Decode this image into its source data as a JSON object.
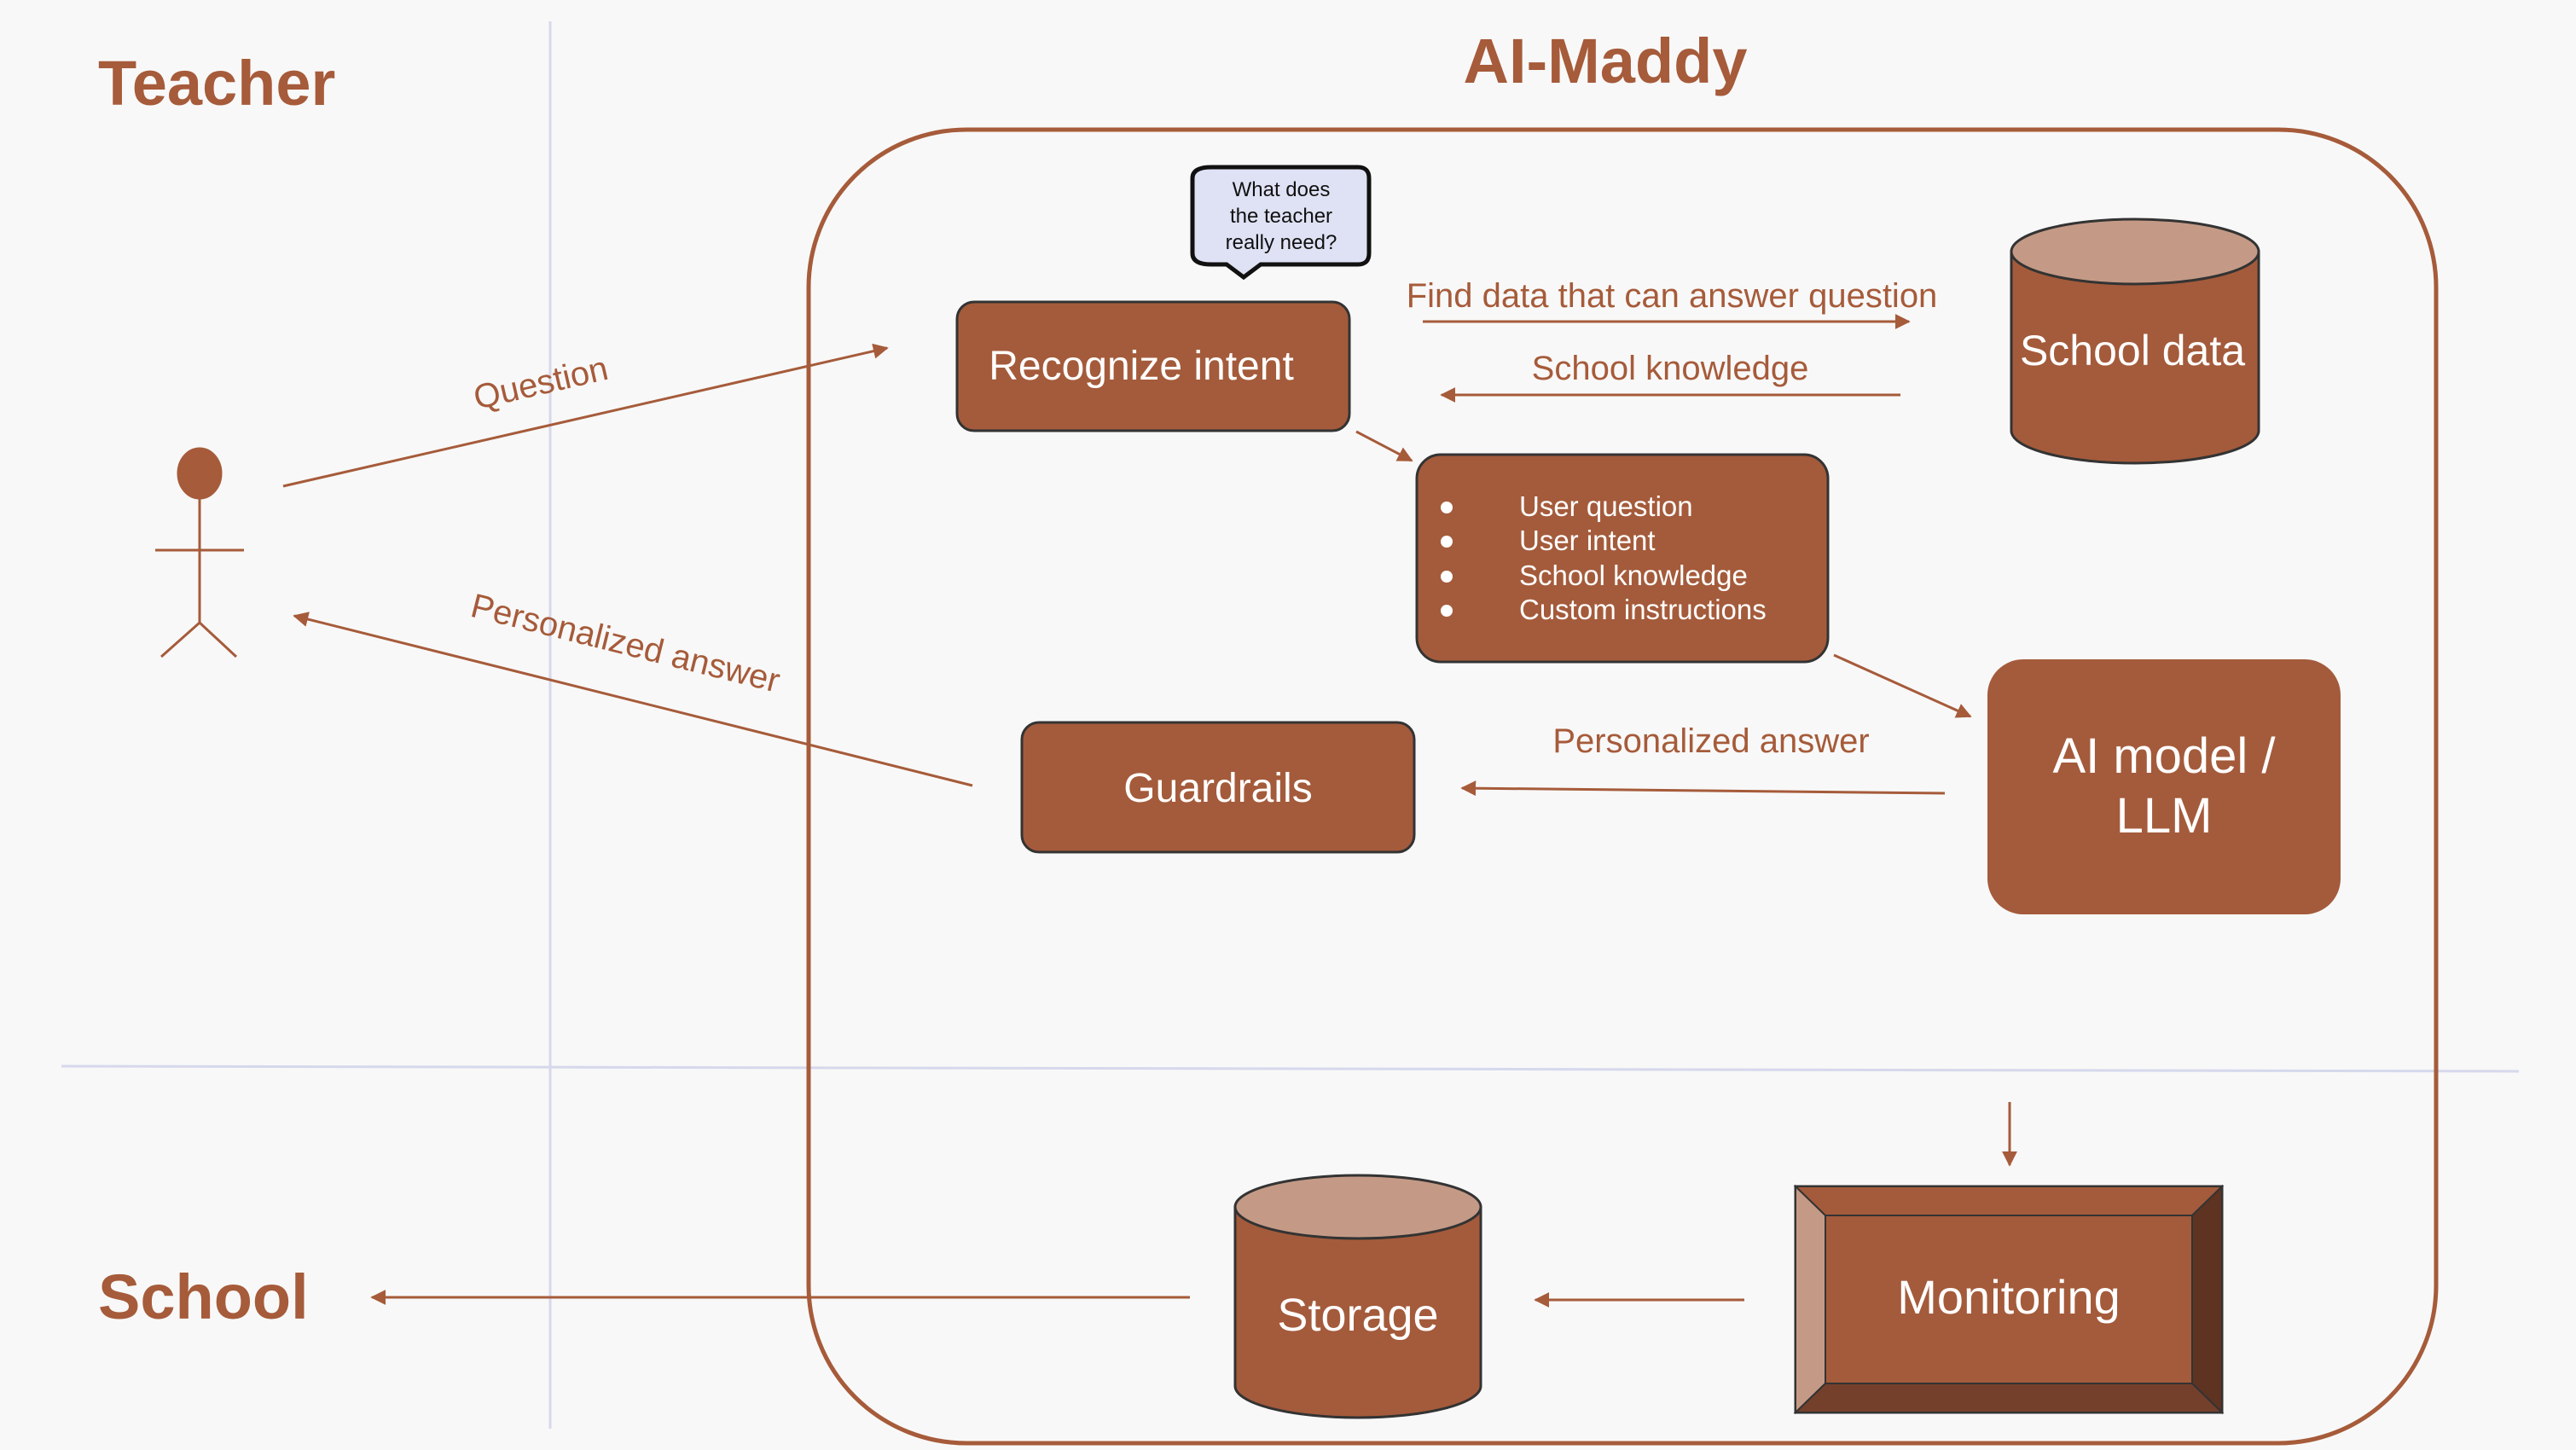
{
  "lanes": {
    "teacher": "Teacher",
    "school": "School",
    "system": "AI-Maddy"
  },
  "nodes": {
    "recognize_intent": "Recognize intent",
    "school_data": "School data",
    "context_items": [
      "User question",
      "User intent",
      "School knowledge",
      "Custom instructions"
    ],
    "ai_model_line1": "AI model /",
    "ai_model_line2": "LLM",
    "guardrails": "Guardrails",
    "storage": "Storage",
    "monitoring": "Monitoring"
  },
  "bubble": {
    "line1": "What does",
    "line2": "the teacher",
    "line3": "really need?"
  },
  "edges": {
    "question": "Question",
    "find_data": "Find data that can answer question",
    "school_knowledge": "School knowledge",
    "personalized_answer_model": "Personalized  answer",
    "personalized_answer_user": "Personalized answer"
  },
  "colors": {
    "accent": "#a65b3a",
    "box_fill": "#a45b3b",
    "cylinder_top": "#c49a86",
    "grid_line": "#d6d8ec",
    "bubble_fill": "#dfe2f4"
  }
}
